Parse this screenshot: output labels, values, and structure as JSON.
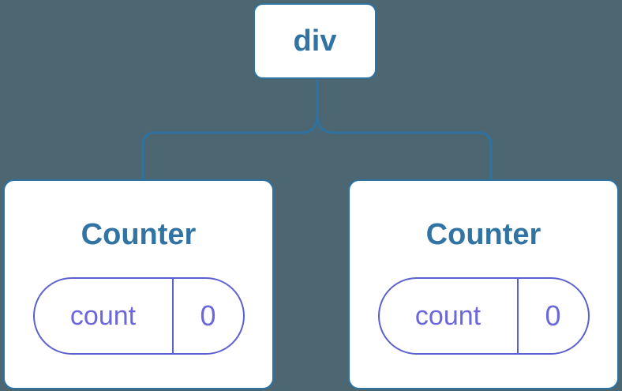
{
  "colors": {
    "bg": "#4C6772",
    "line": "#2E72A2",
    "heading": "#3174A3",
    "purpleLine": "#5C60CF",
    "purpleText": "#6C67DA",
    "nodeBg": "#FFFFFF"
  },
  "tree": {
    "root": {
      "label": "div"
    },
    "children": [
      {
        "title": "Counter",
        "state": {
          "key": "count",
          "value": "0"
        }
      },
      {
        "title": "Counter",
        "state": {
          "key": "count",
          "value": "0"
        }
      }
    ]
  }
}
